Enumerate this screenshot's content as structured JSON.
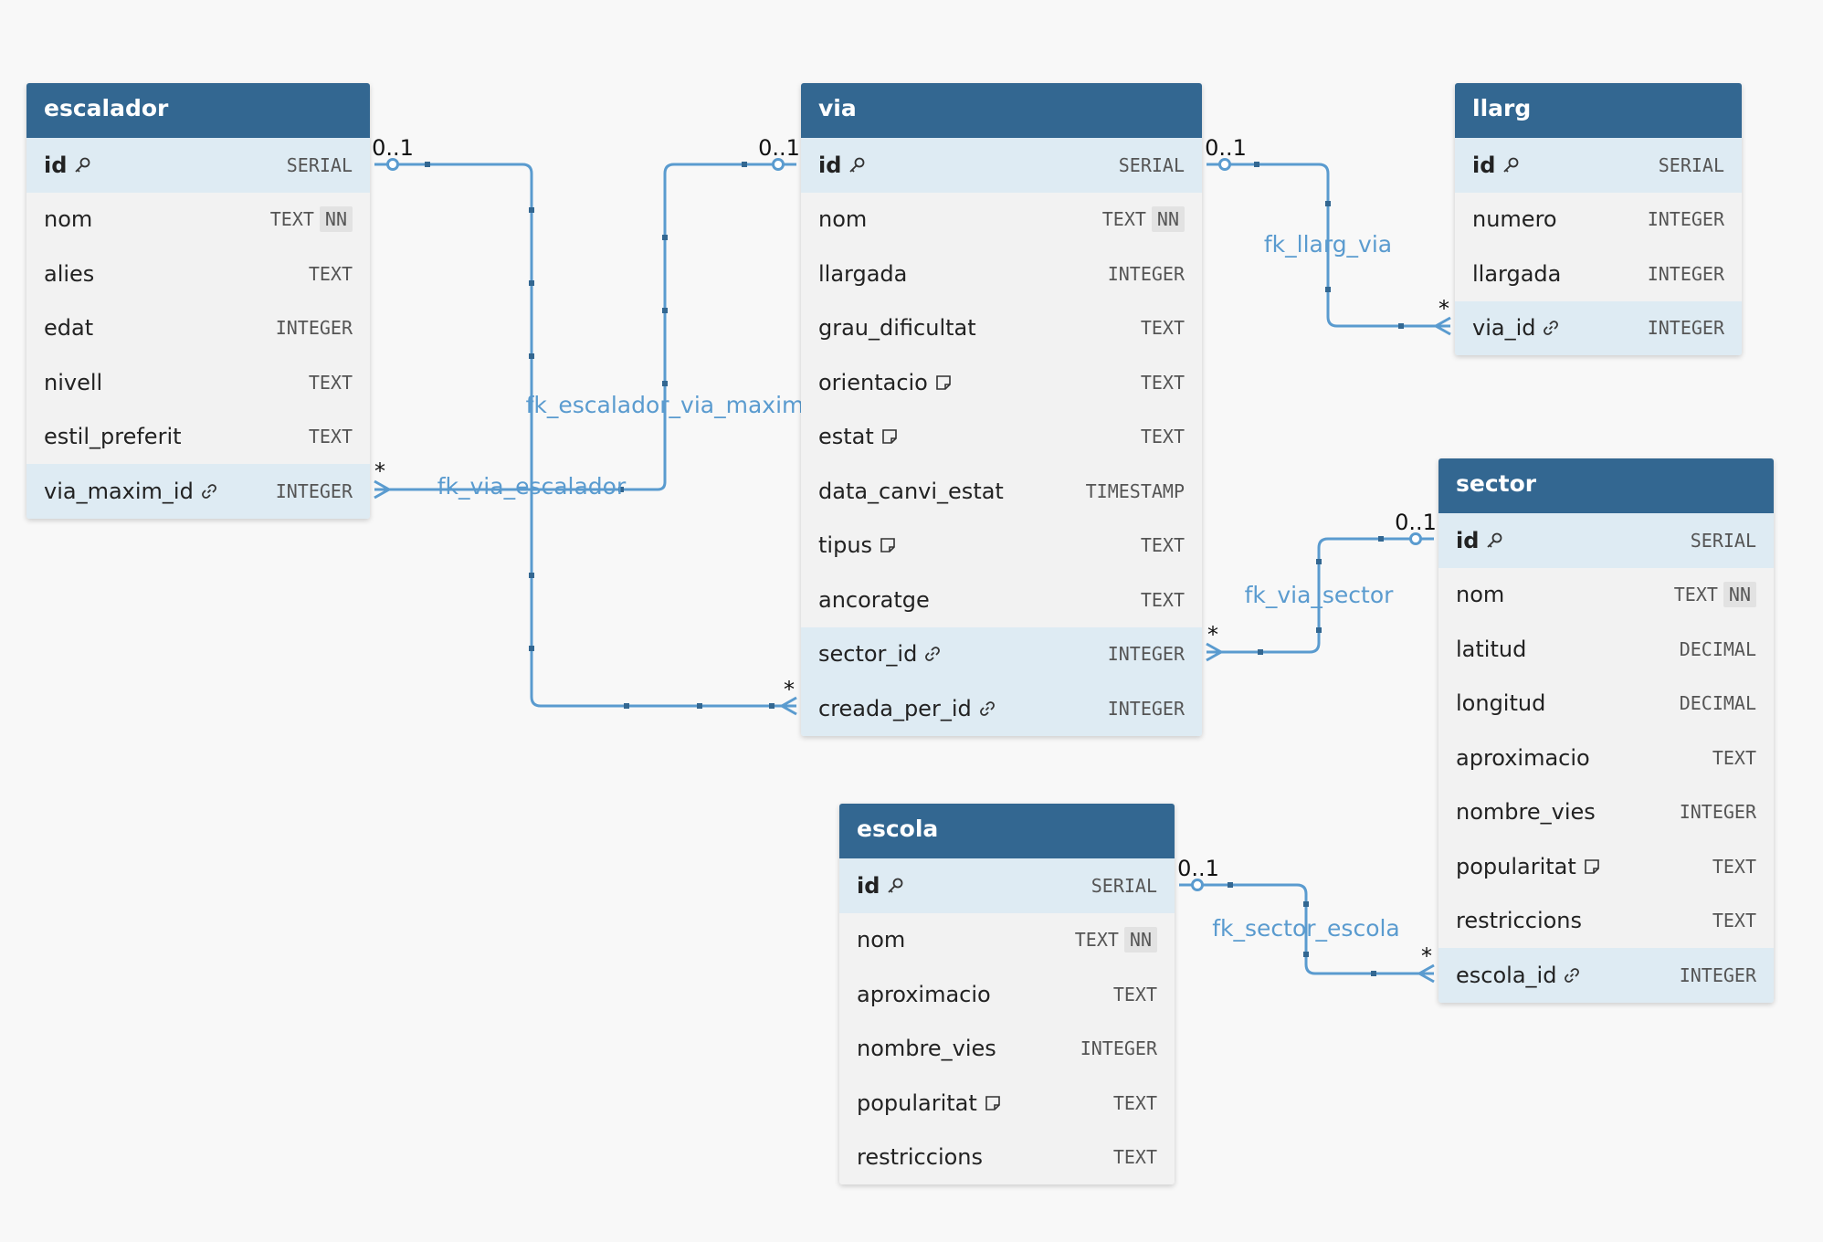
{
  "tables": [
    {
      "key": "escalador",
      "name": "escalador",
      "columns": [
        {
          "name": "id",
          "type": "SERIAL",
          "nn": false,
          "pk": true,
          "icon": "key-icon"
        },
        {
          "name": "nom",
          "type": "TEXT",
          "nn": true,
          "pk": false,
          "icon": ""
        },
        {
          "name": "alies",
          "type": "TEXT",
          "nn": false,
          "pk": false,
          "icon": ""
        },
        {
          "name": "edat",
          "type": "INTEGER",
          "nn": false,
          "pk": false,
          "icon": ""
        },
        {
          "name": "nivell",
          "type": "TEXT",
          "nn": false,
          "pk": false,
          "icon": ""
        },
        {
          "name": "estil_preferit",
          "type": "TEXT",
          "nn": false,
          "pk": false,
          "icon": ""
        },
        {
          "name": "via_maxim_id",
          "type": "INTEGER",
          "nn": false,
          "pk": false,
          "icon": "link-icon"
        }
      ]
    },
    {
      "key": "via",
      "name": "via",
      "columns": [
        {
          "name": "id",
          "type": "SERIAL",
          "nn": false,
          "pk": true,
          "icon": "key-icon"
        },
        {
          "name": "nom",
          "type": "TEXT",
          "nn": true,
          "pk": false,
          "icon": ""
        },
        {
          "name": "llargada",
          "type": "INTEGER",
          "nn": false,
          "pk": false,
          "icon": ""
        },
        {
          "name": "grau_dificultat",
          "type": "TEXT",
          "nn": false,
          "pk": false,
          "icon": ""
        },
        {
          "name": "orientacio",
          "type": "TEXT",
          "nn": false,
          "pk": false,
          "icon": "note-icon"
        },
        {
          "name": "estat",
          "type": "TEXT",
          "nn": false,
          "pk": false,
          "icon": "note-icon"
        },
        {
          "name": "data_canvi_estat",
          "type": "TIMESTAMP",
          "nn": false,
          "pk": false,
          "icon": ""
        },
        {
          "name": "tipus",
          "type": "TEXT",
          "nn": false,
          "pk": false,
          "icon": "note-icon"
        },
        {
          "name": "ancoratge",
          "type": "TEXT",
          "nn": false,
          "pk": false,
          "icon": ""
        },
        {
          "name": "sector_id",
          "type": "INTEGER",
          "nn": false,
          "pk": false,
          "icon": "link-icon"
        },
        {
          "name": "creada_per_id",
          "type": "INTEGER",
          "nn": false,
          "pk": false,
          "icon": "link-icon"
        }
      ]
    },
    {
      "key": "llarg",
      "name": "llarg",
      "columns": [
        {
          "name": "id",
          "type": "SERIAL",
          "nn": false,
          "pk": true,
          "icon": "key-icon"
        },
        {
          "name": "numero",
          "type": "INTEGER",
          "nn": false,
          "pk": false,
          "icon": ""
        },
        {
          "name": "llargada",
          "type": "INTEGER",
          "nn": false,
          "pk": false,
          "icon": ""
        },
        {
          "name": "via_id",
          "type": "INTEGER",
          "nn": false,
          "pk": false,
          "icon": "link-icon"
        }
      ]
    },
    {
      "key": "sector",
      "name": "sector",
      "columns": [
        {
          "name": "id",
          "type": "SERIAL",
          "nn": false,
          "pk": true,
          "icon": "key-icon"
        },
        {
          "name": "nom",
          "type": "TEXT",
          "nn": true,
          "pk": false,
          "icon": ""
        },
        {
          "name": "latitud",
          "type": "DECIMAL",
          "nn": false,
          "pk": false,
          "icon": ""
        },
        {
          "name": "longitud",
          "type": "DECIMAL",
          "nn": false,
          "pk": false,
          "icon": ""
        },
        {
          "name": "aproximacio",
          "type": "TEXT",
          "nn": false,
          "pk": false,
          "icon": ""
        },
        {
          "name": "nombre_vies",
          "type": "INTEGER",
          "nn": false,
          "pk": false,
          "icon": ""
        },
        {
          "name": "popularitat",
          "type": "TEXT",
          "nn": false,
          "pk": false,
          "icon": "note-icon"
        },
        {
          "name": "restriccions",
          "type": "TEXT",
          "nn": false,
          "pk": false,
          "icon": ""
        },
        {
          "name": "escola_id",
          "type": "INTEGER",
          "nn": false,
          "pk": false,
          "icon": "link-icon"
        }
      ]
    },
    {
      "key": "escola",
      "name": "escola",
      "columns": [
        {
          "name": "id",
          "type": "SERIAL",
          "nn": false,
          "pk": true,
          "icon": "key-icon"
        },
        {
          "name": "nom",
          "type": "TEXT",
          "nn": true,
          "pk": false,
          "icon": ""
        },
        {
          "name": "aproximacio",
          "type": "TEXT",
          "nn": false,
          "pk": false,
          "icon": ""
        },
        {
          "name": "nombre_vies",
          "type": "INTEGER",
          "nn": false,
          "pk": false,
          "icon": ""
        },
        {
          "name": "popularitat",
          "type": "TEXT",
          "nn": false,
          "pk": false,
          "icon": "note-icon"
        },
        {
          "name": "restriccions",
          "type": "TEXT",
          "nn": false,
          "pk": false,
          "icon": ""
        }
      ]
    }
  ],
  "nn_label": "NN",
  "relationships": [
    {
      "key": "fk_escalador_via_maxim",
      "label": "fk_escalador_via_maxim",
      "one": "0..1",
      "many": "*"
    },
    {
      "key": "fk_via_escalador",
      "label": "fk_via_escalador",
      "one": "0..1",
      "many": "*"
    },
    {
      "key": "fk_llarg_via",
      "label": "fk_llarg_via",
      "one": "0..1",
      "many": "*"
    },
    {
      "key": "fk_via_sector",
      "label": "fk_via_sector",
      "one": "0..1",
      "many": "*"
    },
    {
      "key": "fk_sector_escola",
      "label": "fk_sector_escola",
      "one": "0..1",
      "many": "*"
    }
  ],
  "colors": {
    "header": "#336791",
    "line": "#5a9bcf",
    "highlight": "#deebf3",
    "body": "#f2f2f2"
  }
}
